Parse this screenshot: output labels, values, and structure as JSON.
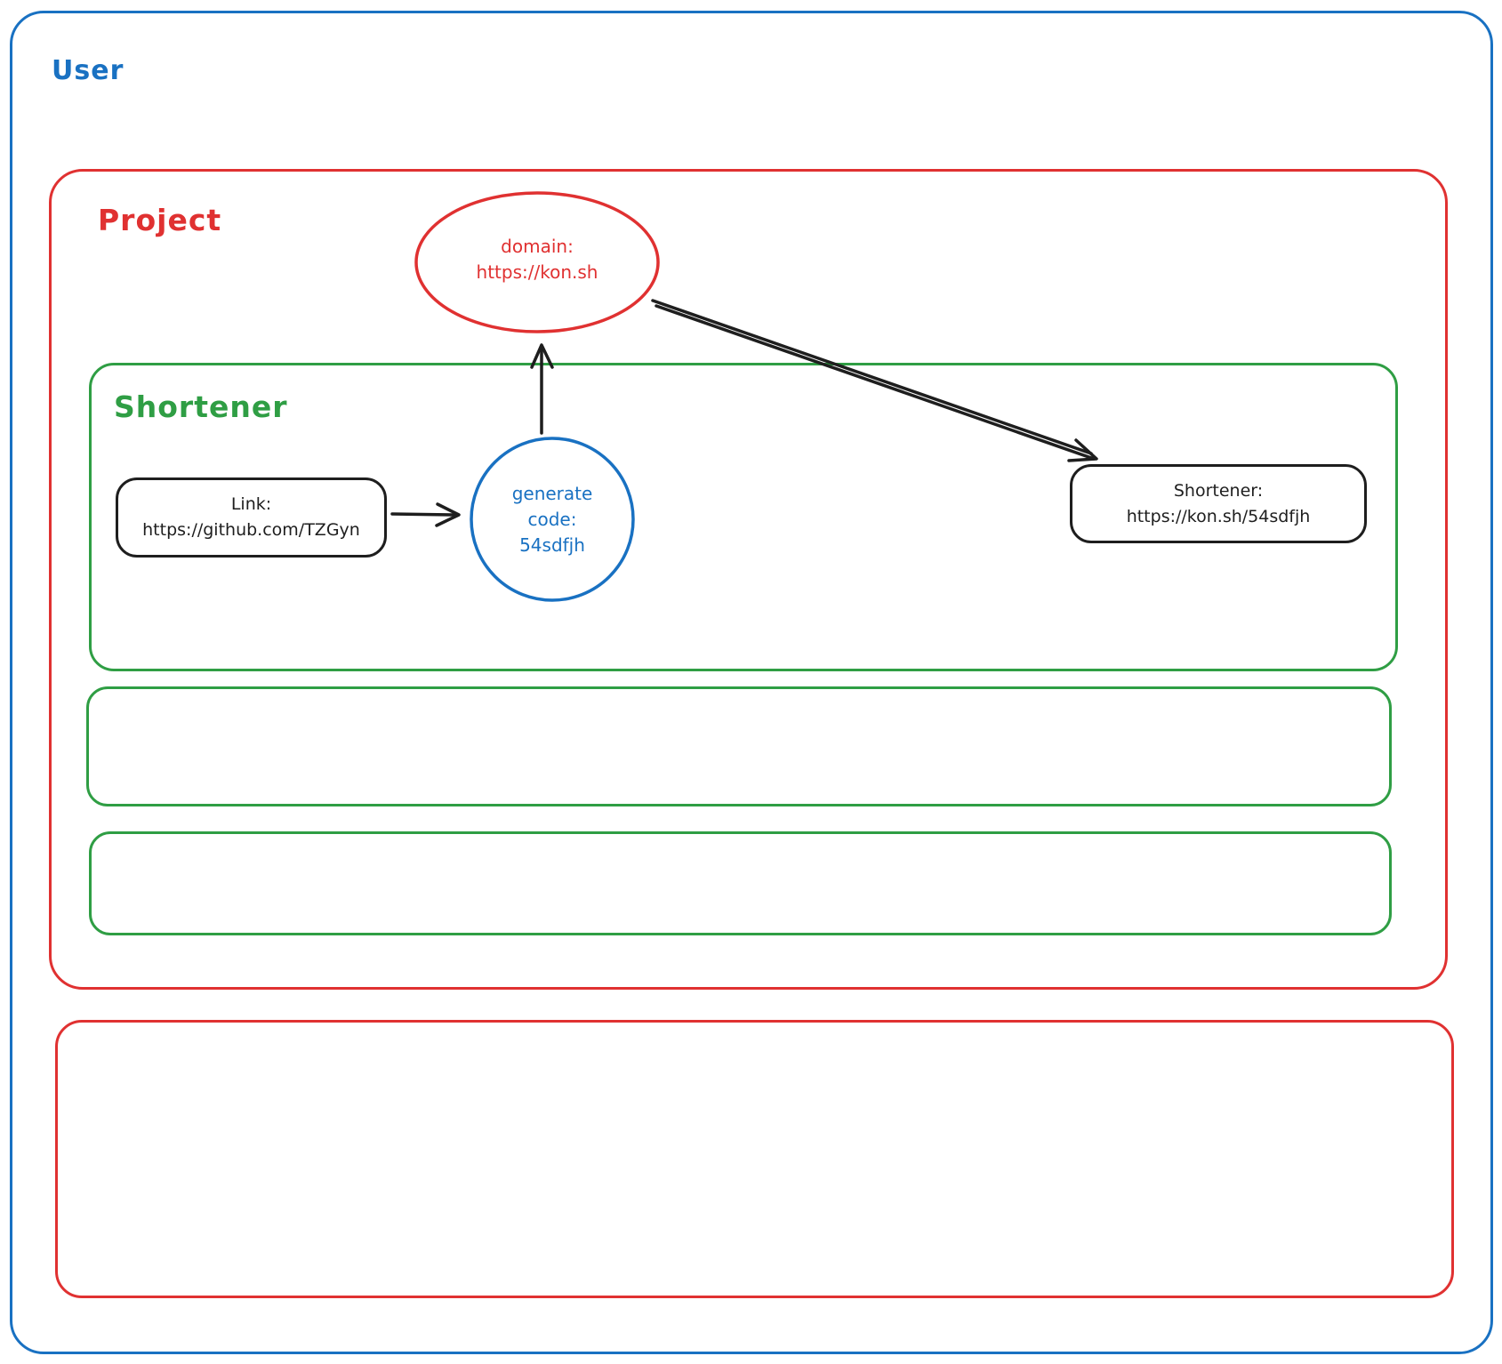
{
  "colors": {
    "blue": "#1971c2",
    "red": "#e03131",
    "green": "#2f9e44",
    "black": "#1e1e1e"
  },
  "containers": {
    "user": {
      "label": "User"
    },
    "project": {
      "label": "Project"
    },
    "shortener": {
      "label": "Shortener"
    }
  },
  "nodes": {
    "domain_ellipse": {
      "line1": "domain:",
      "line2": "https://kon.sh"
    },
    "link_box": {
      "line1": "Link:",
      "line2": "https://github.com/TZGyn"
    },
    "generate_circle": {
      "line1": "generate",
      "line2": "code:",
      "line3": "54sdfjh"
    },
    "result_box": {
      "line1": "Shortener:",
      "line2": "https://kon.sh/54sdfjh"
    }
  }
}
